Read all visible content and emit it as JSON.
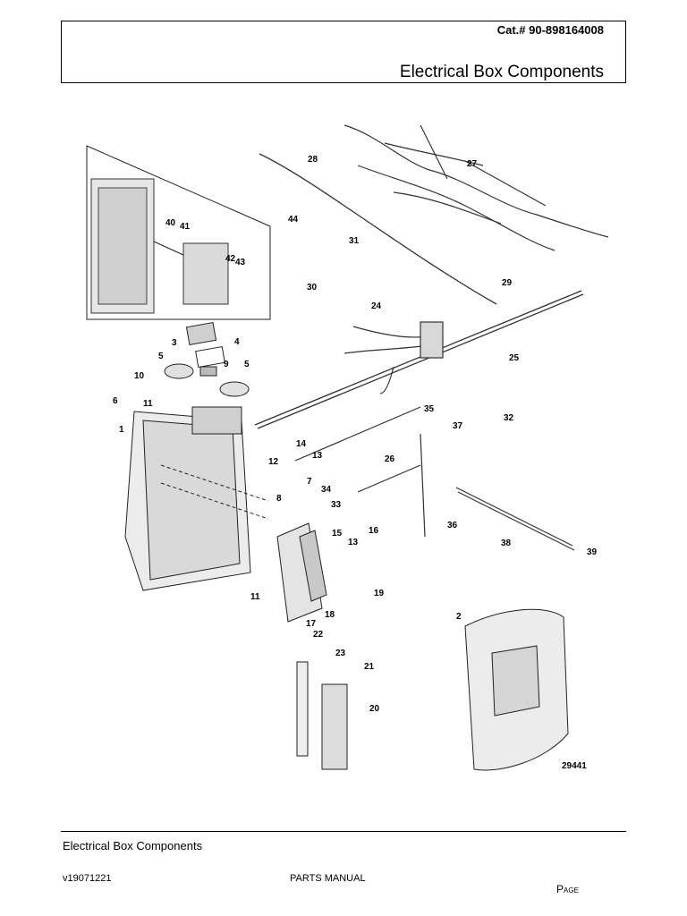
{
  "header": {
    "catalog_number": "Cat.# 90-898164008",
    "title": "Electrical Box Components"
  },
  "diagram": {
    "callouts": [
      "1",
      "2",
      "3",
      "4",
      "5",
      "5",
      "6",
      "7",
      "8",
      "9",
      "10",
      "11",
      "11",
      "12",
      "13",
      "13",
      "14",
      "15",
      "16",
      "17",
      "18",
      "19",
      "20",
      "21",
      "22",
      "23",
      "24",
      "25",
      "26",
      "27",
      "28",
      "29",
      "30",
      "31",
      "32",
      "33",
      "34",
      "35",
      "36",
      "37",
      "38",
      "39",
      "40",
      "41",
      "42",
      "43",
      "44"
    ],
    "figure_number": "29441"
  },
  "footer": {
    "title": "Electrical Box Components",
    "version": "v19071221",
    "manual": "PARTS MANUAL",
    "page_label": "Page"
  }
}
